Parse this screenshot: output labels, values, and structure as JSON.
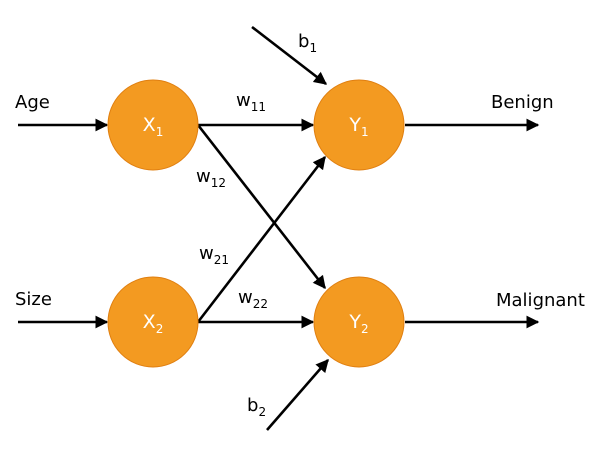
{
  "inputs": {
    "age": "Age",
    "size": "Size"
  },
  "outputs": {
    "benign": "Benign",
    "malignant": "Malignant"
  },
  "nodes": {
    "x1": {
      "main": "X",
      "sub": "1"
    },
    "x2": {
      "main": "X",
      "sub": "2"
    },
    "y1": {
      "main": "Y",
      "sub": "1"
    },
    "y2": {
      "main": "Y",
      "sub": "2"
    }
  },
  "weights": {
    "w11": {
      "main": "w",
      "sub": "11"
    },
    "w12": {
      "main": "w",
      "sub": "12"
    },
    "w21": {
      "main": "w",
      "sub": "21"
    },
    "w22": {
      "main": "w",
      "sub": "22"
    }
  },
  "biases": {
    "b1": {
      "main": "b",
      "sub": "1"
    },
    "b2": {
      "main": "b",
      "sub": "2"
    }
  },
  "colors": {
    "node_fill": "#f39a21",
    "node_stroke": "#e07f10",
    "edge": "#000000"
  }
}
